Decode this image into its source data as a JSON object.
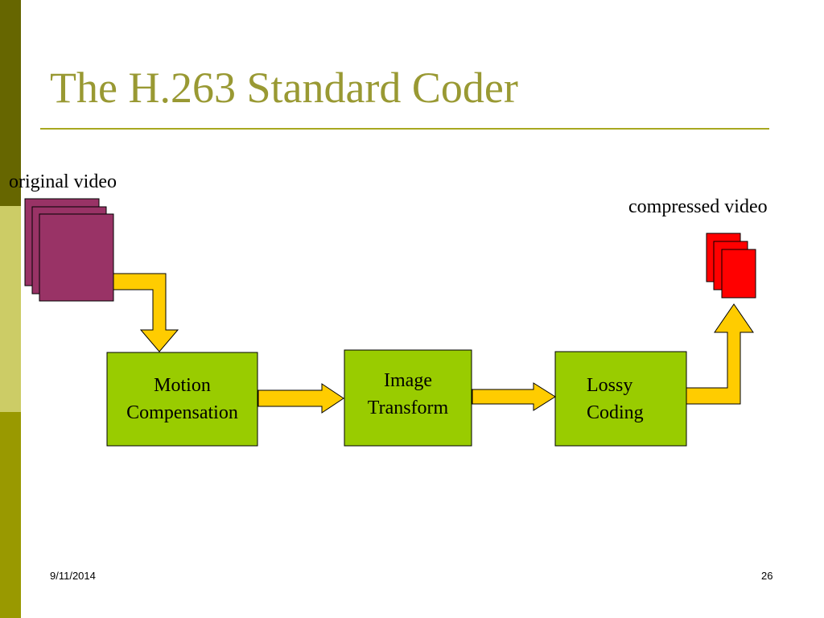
{
  "slide": {
    "title": "The H.263 Standard Coder",
    "footer_date": "9/11/2014",
    "page_number": "26"
  },
  "diagram": {
    "input_label": "original video",
    "output_label": "compressed video",
    "blocks": {
      "motion": {
        "line1": "Motion",
        "line2": "Compensation"
      },
      "transform": {
        "line1": "Image",
        "line2": "Transform"
      },
      "coding": {
        "line1": "Lossy",
        "line2": "Coding"
      }
    }
  },
  "colors": {
    "accent_title": "#999933",
    "block_fill": "#99cc00",
    "arrow_fill": "#ffcc00",
    "input_frames": "#993366",
    "output_frames": "#ff0000"
  }
}
